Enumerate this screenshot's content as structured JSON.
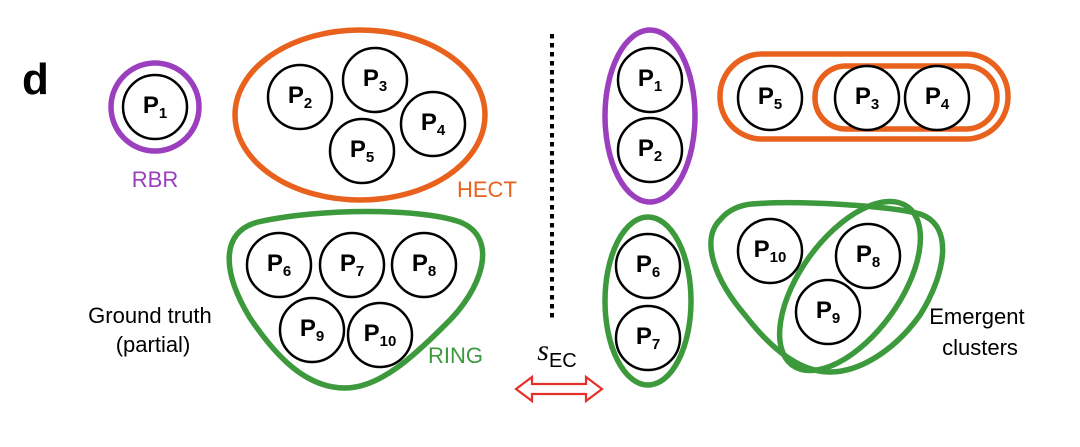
{
  "panel_label": "d",
  "colors": {
    "rbr": "#9b3fbf",
    "hect": "#e8621d",
    "ring": "#3c9a3c",
    "arrow": "#e8302a",
    "divider": "#000000"
  },
  "ground_truth": {
    "caption_line1": "Ground truth",
    "caption_line2": "(partial)",
    "clusters": {
      "rbr": {
        "label": "RBR"
      },
      "hect": {
        "label": "HECT"
      },
      "ring": {
        "label": "RING"
      }
    },
    "nodes": [
      {
        "id": "P1",
        "base": "P",
        "sub": "1"
      },
      {
        "id": "P2",
        "base": "P",
        "sub": "2"
      },
      {
        "id": "P3",
        "base": "P",
        "sub": "3"
      },
      {
        "id": "P4",
        "base": "P",
        "sub": "4"
      },
      {
        "id": "P5",
        "base": "P",
        "sub": "5"
      },
      {
        "id": "P6",
        "base": "P",
        "sub": "6"
      },
      {
        "id": "P7",
        "base": "P",
        "sub": "7"
      },
      {
        "id": "P8",
        "base": "P",
        "sub": "8"
      },
      {
        "id": "P9",
        "base": "P",
        "sub": "9"
      },
      {
        "id": "P10",
        "base": "P",
        "sub": "10"
      }
    ]
  },
  "divider": {
    "symbol": "s",
    "subscript": "EC"
  },
  "emergent": {
    "caption_line1": "Emergent",
    "caption_line2": "clusters",
    "nodes": [
      {
        "id": "P1",
        "base": "P",
        "sub": "1"
      },
      {
        "id": "P2",
        "base": "P",
        "sub": "2"
      },
      {
        "id": "P5",
        "base": "P",
        "sub": "5"
      },
      {
        "id": "P3",
        "base": "P",
        "sub": "3"
      },
      {
        "id": "P4",
        "base": "P",
        "sub": "4"
      },
      {
        "id": "P6",
        "base": "P",
        "sub": "6"
      },
      {
        "id": "P7",
        "base": "P",
        "sub": "7"
      },
      {
        "id": "P10",
        "base": "P",
        "sub": "10"
      },
      {
        "id": "P8",
        "base": "P",
        "sub": "8"
      },
      {
        "id": "P9",
        "base": "P",
        "sub": "9"
      }
    ]
  }
}
